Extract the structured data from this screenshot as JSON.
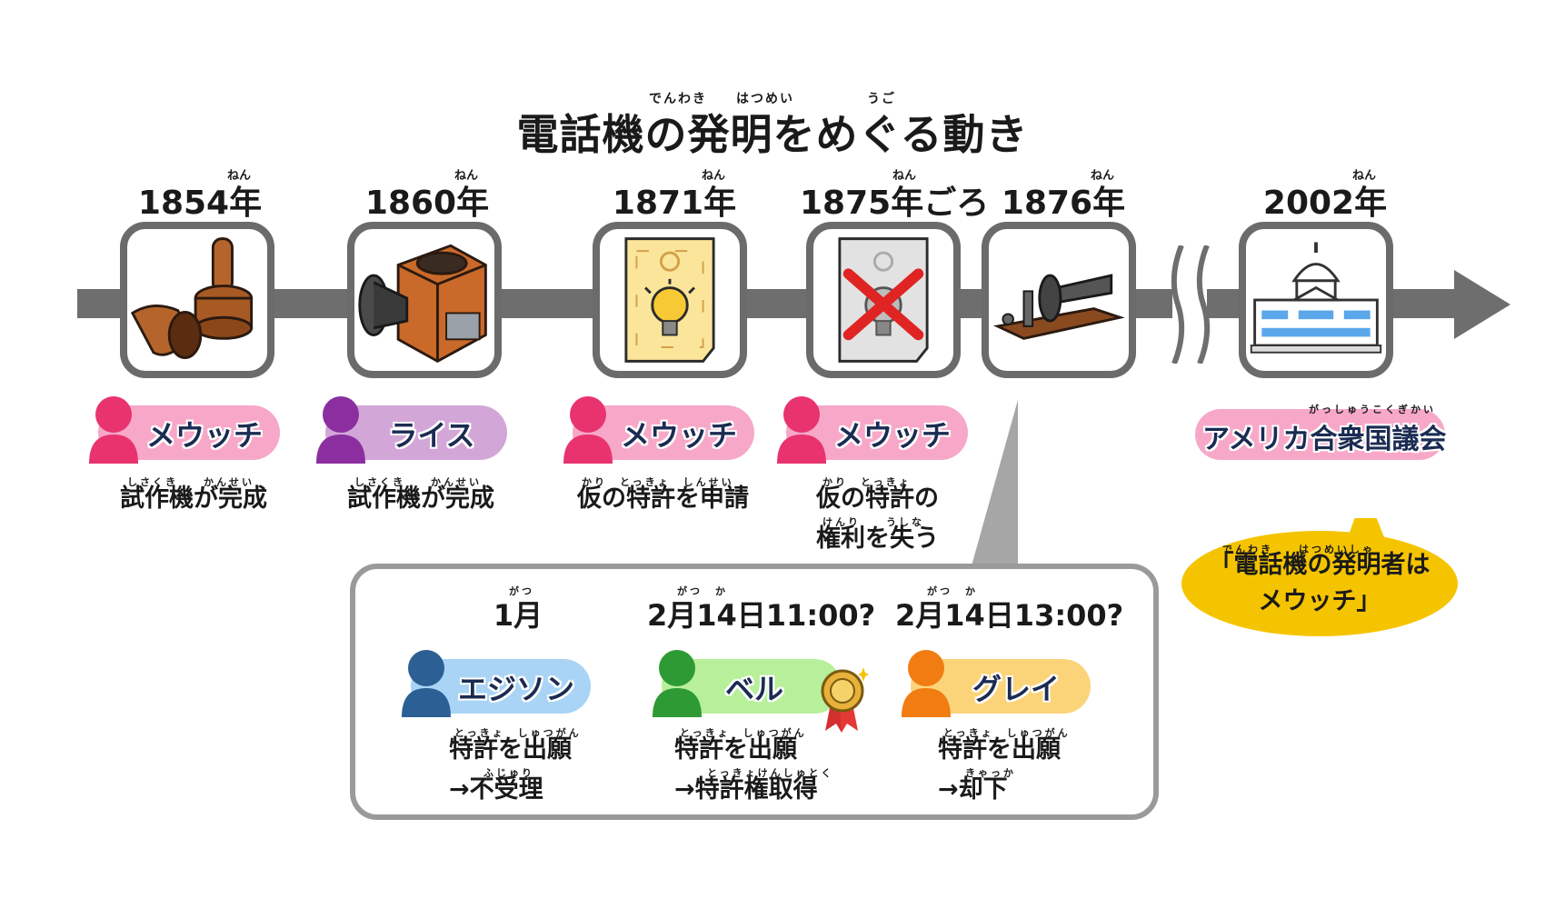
{
  "title": "電話機の発明をめぐる動き",
  "title_ruby": "でんわき　　はつめい　　　　　うご",
  "timeline": [
    {
      "year": "1854年",
      "year_ruby": "ねん",
      "person": "メウッチ",
      "person_color": "#e8336f",
      "pill_color": "#f7a8c8",
      "description": [
        "試作機が完成"
      ],
      "ruby": "しさくき　　かんせい",
      "image": "telephone-prototype-icon"
    },
    {
      "year": "1860年",
      "year_ruby": "ねん",
      "person": "ライス",
      "person_color": "#8b2fa0",
      "pill_color": "#d3a6d8",
      "description": [
        "試作機が完成"
      ],
      "ruby": "しさくき　　かんせい",
      "image": "telephone-box-icon"
    },
    {
      "year": "1871年",
      "year_ruby": "ねん",
      "person": "メウッチ",
      "person_color": "#e8336f",
      "pill_color": "#f7a8c8",
      "description": [
        "仮の特許を申請"
      ],
      "ruby": "かり　とっきょ　しんせい",
      "image": "patent-document-icon"
    },
    {
      "year": "1875年ごろ",
      "year_ruby": "ねん",
      "person": "メウッチ",
      "person_color": "#e8336f",
      "pill_color": "#f7a8c8",
      "description": [
        "仮の特許の",
        "権利を失う"
      ],
      "ruby": "かり　とっきょ",
      "ruby2": "けんり　　うしな",
      "image": "lost-patent-icon"
    },
    {
      "year": "1876年",
      "year_ruby": "ねん",
      "image": "bell-telephone-icon"
    },
    {
      "year": "2002年",
      "year_ruby": "ねん",
      "person": "アメリカ合衆国議会",
      "person_ruby": "がっしゅうこくぎかい",
      "pill_color": "#f7a8c8",
      "image": "capitol-building-icon",
      "quote": "「電話機の発明者は\nメウッチ」",
      "quote_ruby": "でんわき　　はつめいしゃ"
    }
  ],
  "callout": [
    {
      "time": "1月",
      "time_ruby": "がつ",
      "person": "エジソン",
      "person_color": "#2c5f94",
      "pill_color": "#a9d4f5",
      "lines": [
        "特許を出願",
        "→不受理"
      ],
      "ruby": "とっきょ　しゅつがん",
      "ruby2": "ふじゅり"
    },
    {
      "time": "2月14日11:00?",
      "time_ruby": "がつ　か",
      "person": "ベル",
      "person_color": "#2e9a33",
      "pill_color": "#b8ef9a",
      "lines": [
        "特許を出願",
        "→特許権取得"
      ],
      "ruby": "とっきょ　しゅつがん",
      "ruby2": "とっきょけんしゅとく",
      "medal": true
    },
    {
      "time": "2月14日13:00?",
      "time_ruby": "がつ　か",
      "person": "グレイ",
      "person_color": "#f07c12",
      "pill_color": "#fbd47a",
      "lines": [
        "特許を出願",
        "→却下"
      ],
      "ruby": "とっきょ　しゅつがん",
      "ruby2": "きゃっか"
    }
  ],
  "colors": {
    "bar": "#6e6e6e",
    "quote_bubble": "#f5c400"
  }
}
